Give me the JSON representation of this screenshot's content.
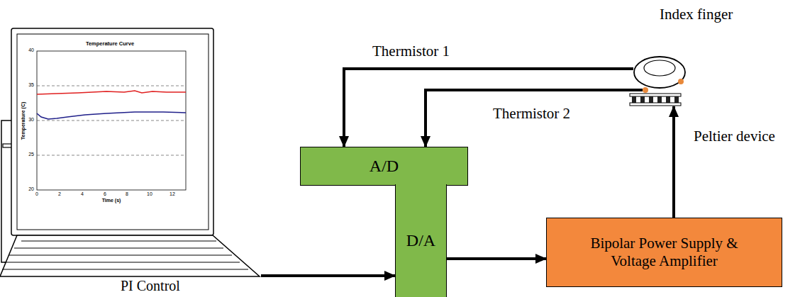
{
  "diagram": {
    "nodes": [
      {
        "text": [
          "Index finger"
        ]
      },
      {
        "text": [
          "Peltier device"
        ]
      },
      {
        "text": [
          "A/D"
        ]
      },
      {
        "text": [
          "PI Control"
        ]
      },
      {
        "text": [
          "D/A"
        ]
      },
      {
        "text": [
          "Bipolar Power Supply & Voltage Amplifier"
        ]
      }
    ],
    "edges": [
      {
        "from": 0,
        "to": 2,
        "arrow": "to",
        "label": "Thermistor 1"
      },
      {
        "from": 1,
        "to": 2,
        "arrow": "to",
        "label": "Thermistor 2"
      },
      {
        "from": 3,
        "to": 4,
        "arrow": "to"
      },
      {
        "from": 4,
        "to": 5,
        "arrow": "to"
      },
      {
        "from": 5,
        "to": 1,
        "arrow": "to"
      }
    ],
    "labels": [
      "Temperature Curve",
      "Temperature (C)",
      "Time (s)",
      "40",
      "35",
      "30",
      "25",
      "20",
      "0",
      "2",
      "4",
      "6",
      "8",
      "10",
      "12"
    ]
  }
}
